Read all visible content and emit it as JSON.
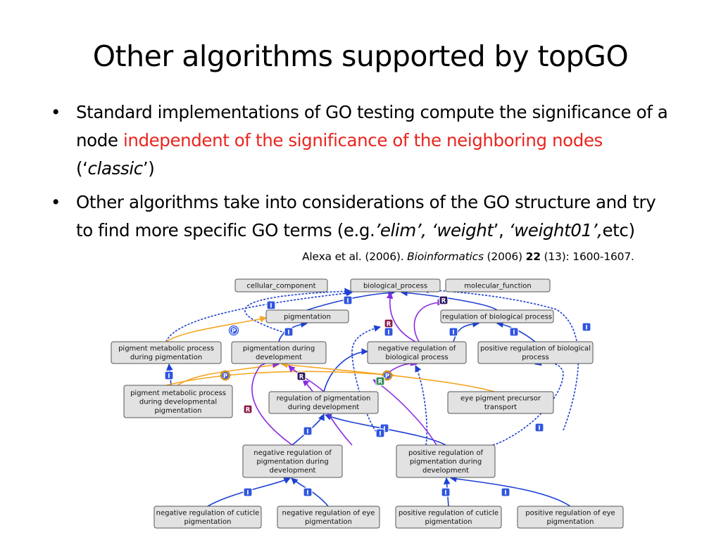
{
  "slide": {
    "title": "Other algorithms supported by topGO",
    "bullet_symbol": "•",
    "bullets": [
      {
        "pre": "Standard implementations of GO testing compute the significance of a node ",
        "highlight": "independent of the significance of the neighboring nodes",
        "post_open": " (‘",
        "method": "classic",
        "post_close": "’)"
      },
      {
        "pre": "Other algorithms take into considerations of the GO structure and try to find more specific GO terms (e.g.",
        "quote_open": "’",
        "method1": "elim",
        "sep1": "’, ‘",
        "method2": "weight",
        "sep2": "’, ",
        "method3": "‘weight01’,",
        "post": "etc)"
      }
    ],
    "citation": {
      "authors": "Alexa et al. (2006). ",
      "journal": "Bioinformatics",
      "year": " (2006) ",
      "volume": "22",
      "issue_pages": " (13): 1600-1607."
    }
  },
  "diagram": {
    "colors": {
      "node_fill": "#e2e2e2",
      "node_stroke": "#555555",
      "blue_edge": "#1c3fd4",
      "orange_edge": "#f5a623",
      "purple_edge": "#8a2be2",
      "badge_I": "#2f55e0",
      "badge_P": "#f5a623",
      "badge_R": "#8b1a4a",
      "badge_R_alt": "#2a1a5e",
      "badge_R_green": "#2e8b57"
    },
    "nodes": [
      {
        "id": "cellular_component",
        "lines": [
          "cellular_component"
        ]
      },
      {
        "id": "biological_process",
        "lines": [
          "biological_process"
        ]
      },
      {
        "id": "molecular_function",
        "lines": [
          "molecular_function"
        ]
      },
      {
        "id": "pigmentation",
        "lines": [
          "pigmentation"
        ]
      },
      {
        "id": "reg_bio",
        "lines": [
          "regulation of biological process"
        ]
      },
      {
        "id": "pig_metab",
        "lines": [
          "pigment metabolic process",
          "during pigmentation"
        ]
      },
      {
        "id": "pig_dev",
        "lines": [
          "pigmentation during",
          "development"
        ]
      },
      {
        "id": "neg_reg_bio",
        "lines": [
          "negative regulation of",
          "biological process"
        ]
      },
      {
        "id": "pos_reg_bio",
        "lines": [
          "positive regulation of biological",
          "process"
        ]
      },
      {
        "id": "pig_metab_dev",
        "lines": [
          "pigment metabolic process",
          "during developmental",
          "pigmentation"
        ]
      },
      {
        "id": "reg_pig_dev",
        "lines": [
          "regulation of pigmentation",
          "during development"
        ]
      },
      {
        "id": "eye_precursor",
        "lines": [
          "eye pigment precursor",
          "transport"
        ]
      },
      {
        "id": "neg_reg_pig_dev",
        "lines": [
          "negative regulation of",
          "pigmentation during",
          "development"
        ]
      },
      {
        "id": "pos_reg_pig_dev",
        "lines": [
          "positive regulation of",
          "pigmentation during",
          "development"
        ]
      },
      {
        "id": "neg_cuticle",
        "lines": [
          "negative regulation of cuticle",
          "pigmentation"
        ]
      },
      {
        "id": "neg_eye",
        "lines": [
          "negative regulation of eye",
          "pigmentation"
        ]
      },
      {
        "id": "pos_cuticle",
        "lines": [
          "positive regulation of cuticle",
          "pigmentation"
        ]
      },
      {
        "id": "pos_eye",
        "lines": [
          "positive regulation of eye",
          "pigmentation"
        ]
      }
    ],
    "badge_labels": {
      "I": "I",
      "P": "P",
      "R": "R"
    }
  }
}
